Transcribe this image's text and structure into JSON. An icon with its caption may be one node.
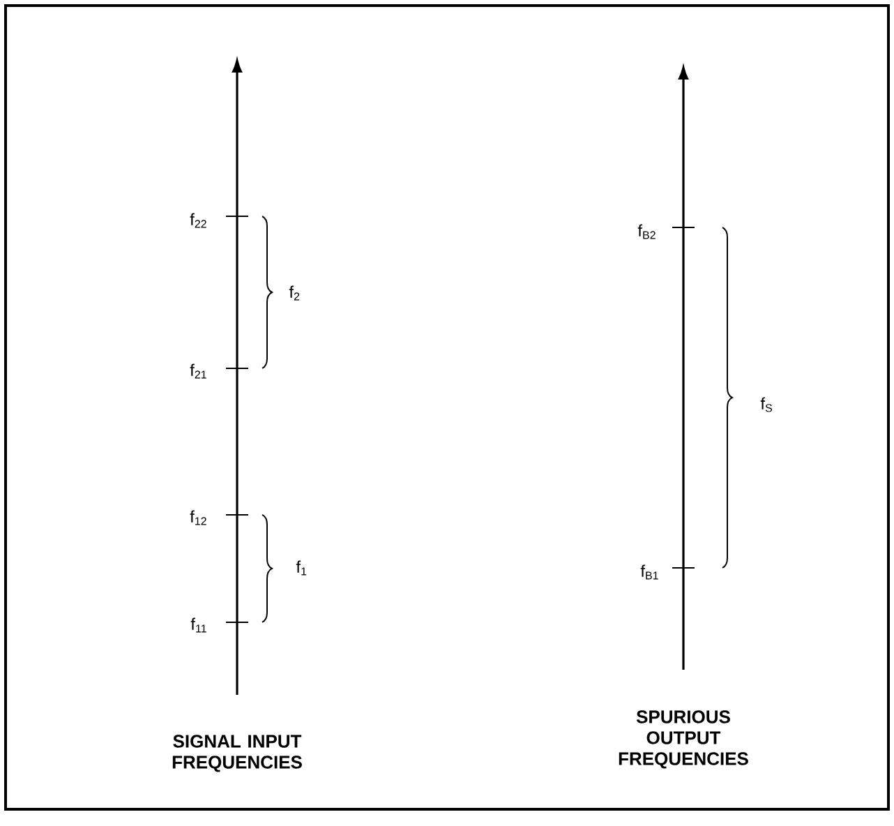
{
  "diagram": {
    "labels": [
      "f$_{22}$",
      "f$_{2}$",
      "f$_{21}$",
      "f$_{12}$",
      "f$_{1}$",
      "f$_{11}$",
      "f$_{B2}$",
      "f$_{S}$",
      "f$_{B1}$",
      "SIGNAL INPUT FREQUENCIES",
      "SPURIOUS OUTPUT FREQUENCIES"
    ]
  }
}
